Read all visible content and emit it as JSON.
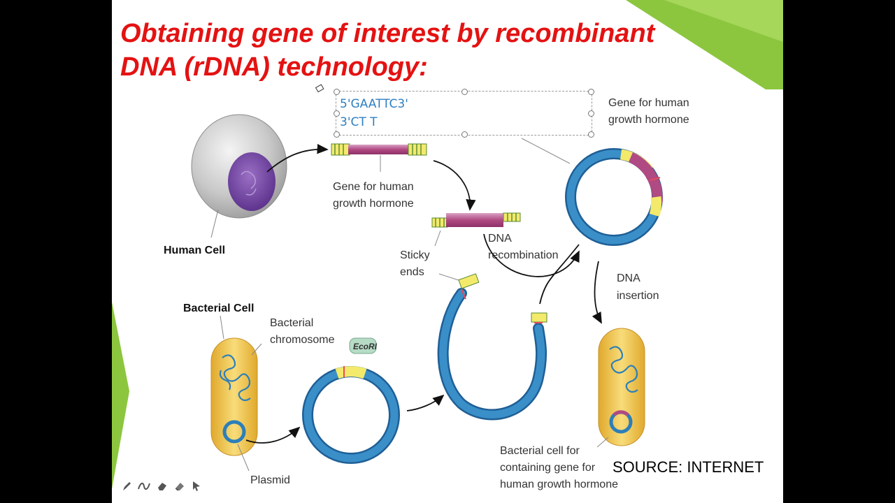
{
  "slide": {
    "title_line1": "Obtaining gene of interest by recombinant",
    "title_line2": "DNA (rDNA) technology:",
    "source": "SOURCE: INTERNET"
  },
  "textbox": {
    "line1": "5'GAATTC3'",
    "line2": "3'CT T"
  },
  "labels": {
    "human_cell": "Human Cell",
    "gene_for_human_1": "Gene for human",
    "growth_hormone_1": "growth hormone",
    "gene_for_human_2": "Gene for human",
    "growth_hormone_2": "growth hormone",
    "sticky": "Sticky",
    "ends": "ends",
    "dna_1": "DNA",
    "recombination": "recombination",
    "dna_2": "DNA",
    "insertion": "insertion",
    "bacterial_cell": "Bacterial Cell",
    "bacterial": "Bacterial",
    "chromosome": "chromosome",
    "ecori": "EcoRI",
    "plasmid": "Plasmid",
    "result_1": "Bacterial cell for",
    "result_2": "containing gene for",
    "result_3": "human growth hormone"
  },
  "toolbar": [
    "pen-icon",
    "curve-icon",
    "highlighter-icon",
    "eraser-icon",
    "pointer-icon"
  ],
  "colors": {
    "title": "#e41212",
    "textbox_text": "#2f7fc1",
    "slide_accent_green": "#8cc63f",
    "plasmid_blue": "#3a8fc8",
    "gene_magenta": "#b04a82",
    "cell_yellow": "#f2c84b",
    "nucleus_purple": "#6a3d9a"
  }
}
